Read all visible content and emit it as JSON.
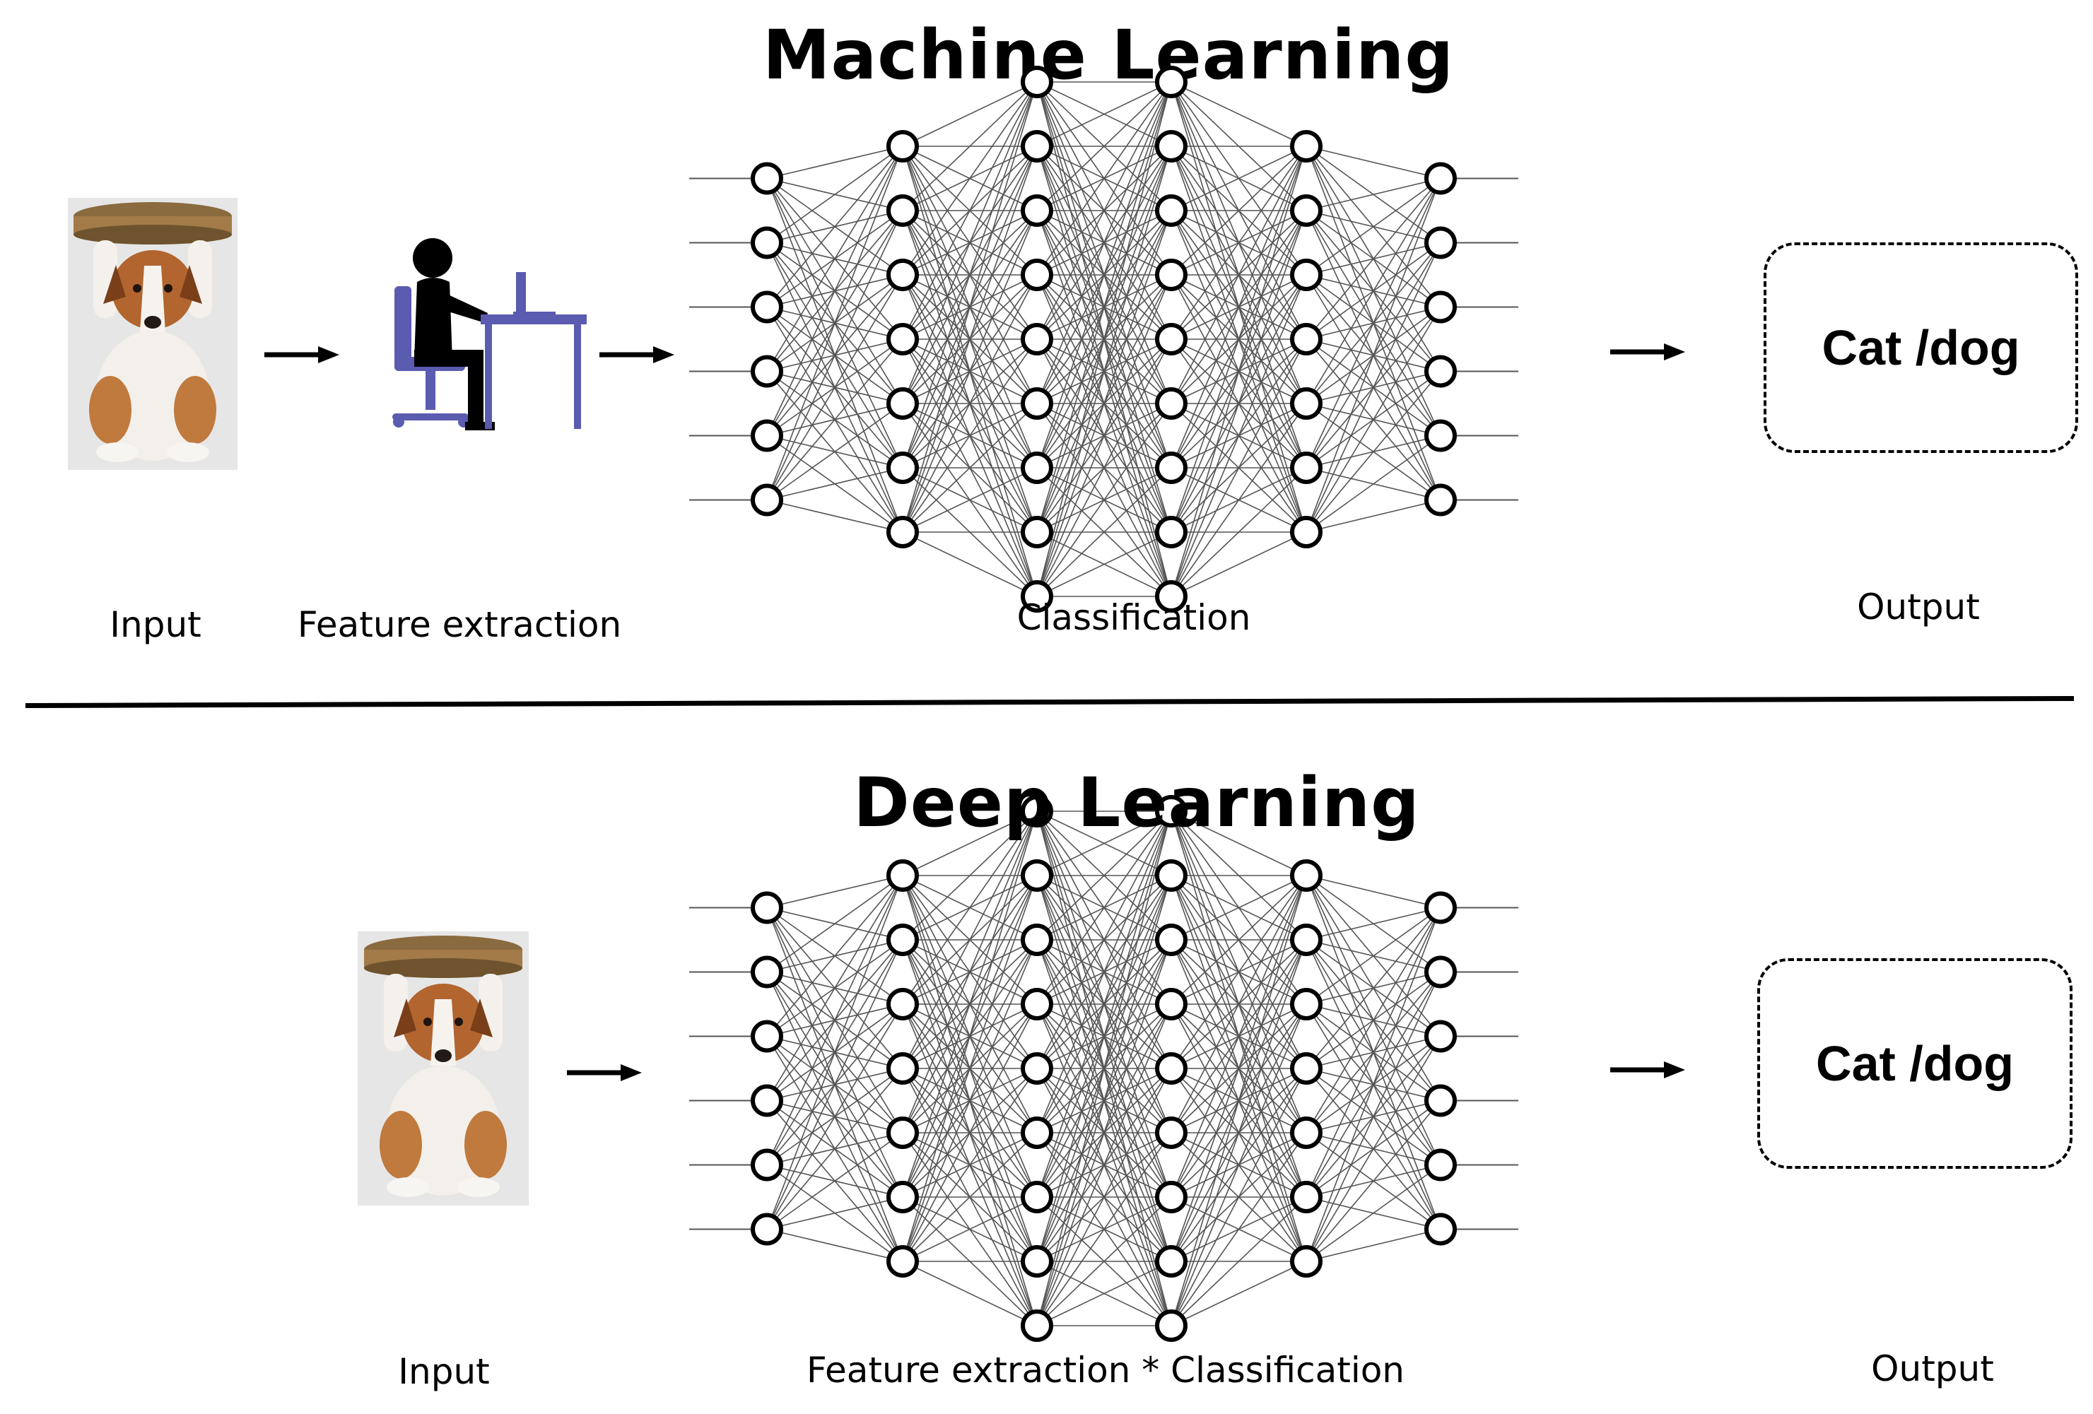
{
  "machine_learning": {
    "title": "Machine Learning",
    "labels": {
      "input": "Input",
      "feature_extraction": "Feature extraction",
      "classification": "Classification",
      "output": "Output"
    },
    "output_text": "Cat /dog",
    "network_layers": [
      6,
      7,
      9,
      9,
      7,
      6
    ]
  },
  "deep_learning": {
    "title": "Deep Learning",
    "labels": {
      "input": "Input",
      "feature_extraction_classification": "Feature extraction * Classification",
      "output": "Output"
    },
    "output_text": "Cat /dog",
    "network_layers": [
      6,
      7,
      9,
      9,
      7,
      6
    ]
  },
  "icons": {
    "input_image": "dog-holding-table-icon",
    "feature_extraction": "person-at-computer-icon",
    "arrow": "arrow-right-icon"
  },
  "colors": {
    "figure_blue": "#5b5bb0",
    "line": "#000000"
  }
}
